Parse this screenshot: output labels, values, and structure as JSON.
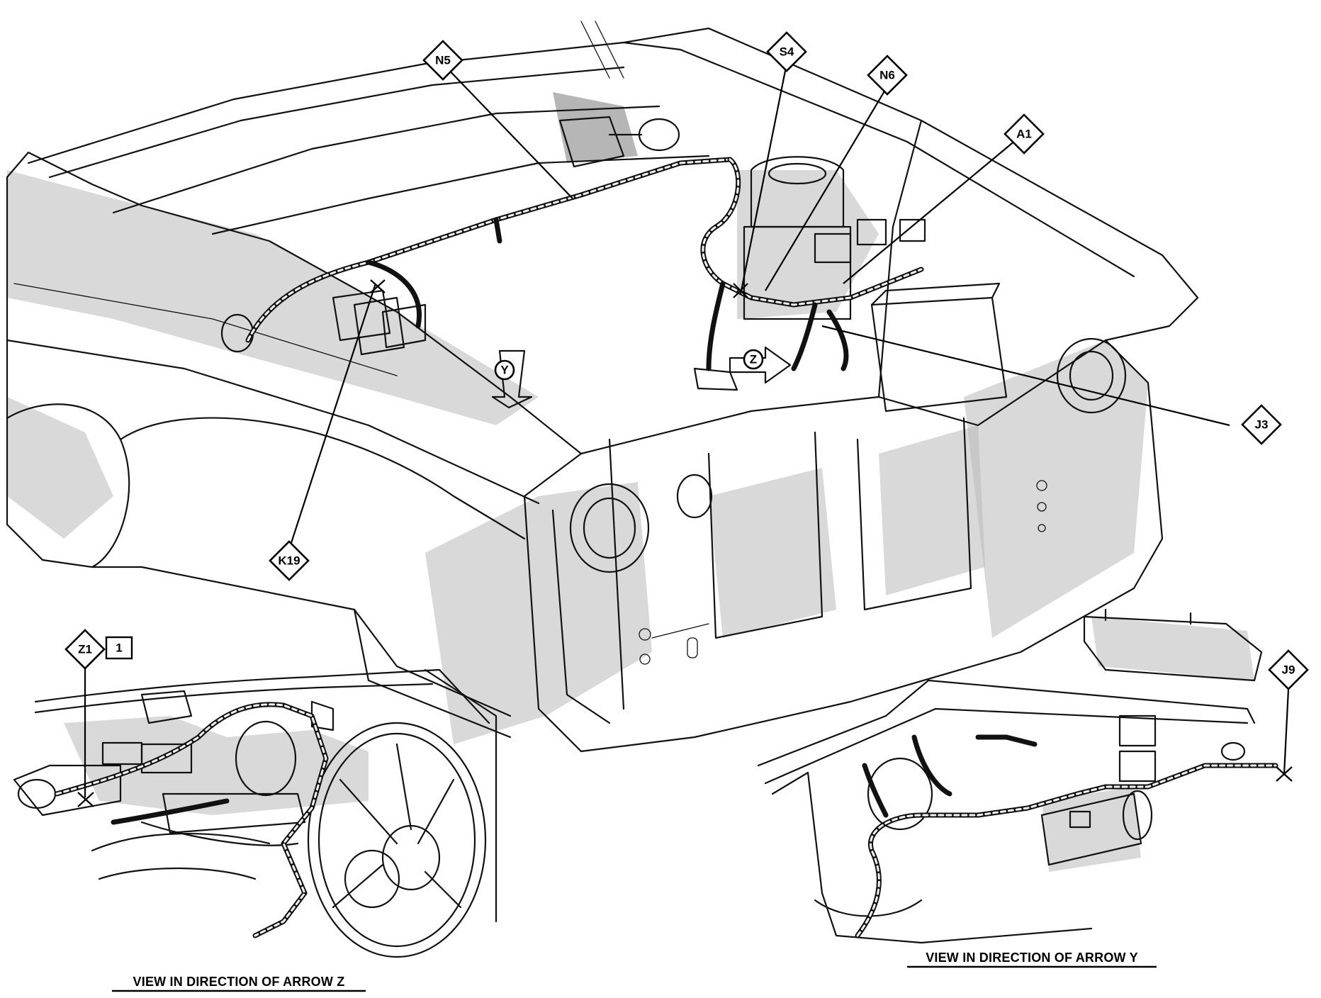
{
  "callouts": {
    "n5": "N5",
    "s4": "S4",
    "n6": "N6",
    "a1": "A1",
    "j3": "J3",
    "k19": "K19",
    "z1": "Z1",
    "z1_box": "1",
    "j9": "J9"
  },
  "arrows": {
    "y": "Y",
    "z": "Z"
  },
  "captions": {
    "view_z": "VIEW IN DIRECTION OF ARROW Z",
    "view_y": "VIEW IN DIRECTION OF ARROW Y"
  }
}
